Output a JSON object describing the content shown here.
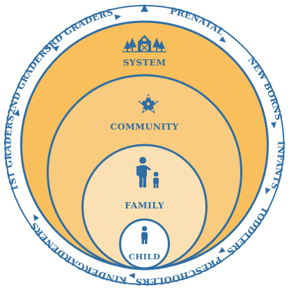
{
  "colors": {
    "outer_ring_fill": "#ffffff",
    "system_fill": "#f8bf5c",
    "community_fill": "#f9cb7e",
    "family_fill": "#fbe0b3",
    "child_fill": "#ffffff",
    "stroke_blue": "#2f6ea3"
  },
  "ring_labels": [
    "PRENATAL",
    "NEW BORNS",
    "INFANTS",
    "TODDLERS",
    "PRESCHOOLERS",
    "KINDERGARDENERS",
    "1ST GRADERS",
    "2ND GRADERS",
    "3RD GRADERS"
  ],
  "circles": {
    "system": {
      "label": "SYSTEM",
      "icon": "barn-trees-icon"
    },
    "community": {
      "label": "COMMUNITY",
      "icon": "people-star-icon"
    },
    "family": {
      "label": "FAMILY",
      "icon": "parent-child-icon"
    },
    "child": {
      "label": "CHILD",
      "icon": "child-icon"
    }
  }
}
